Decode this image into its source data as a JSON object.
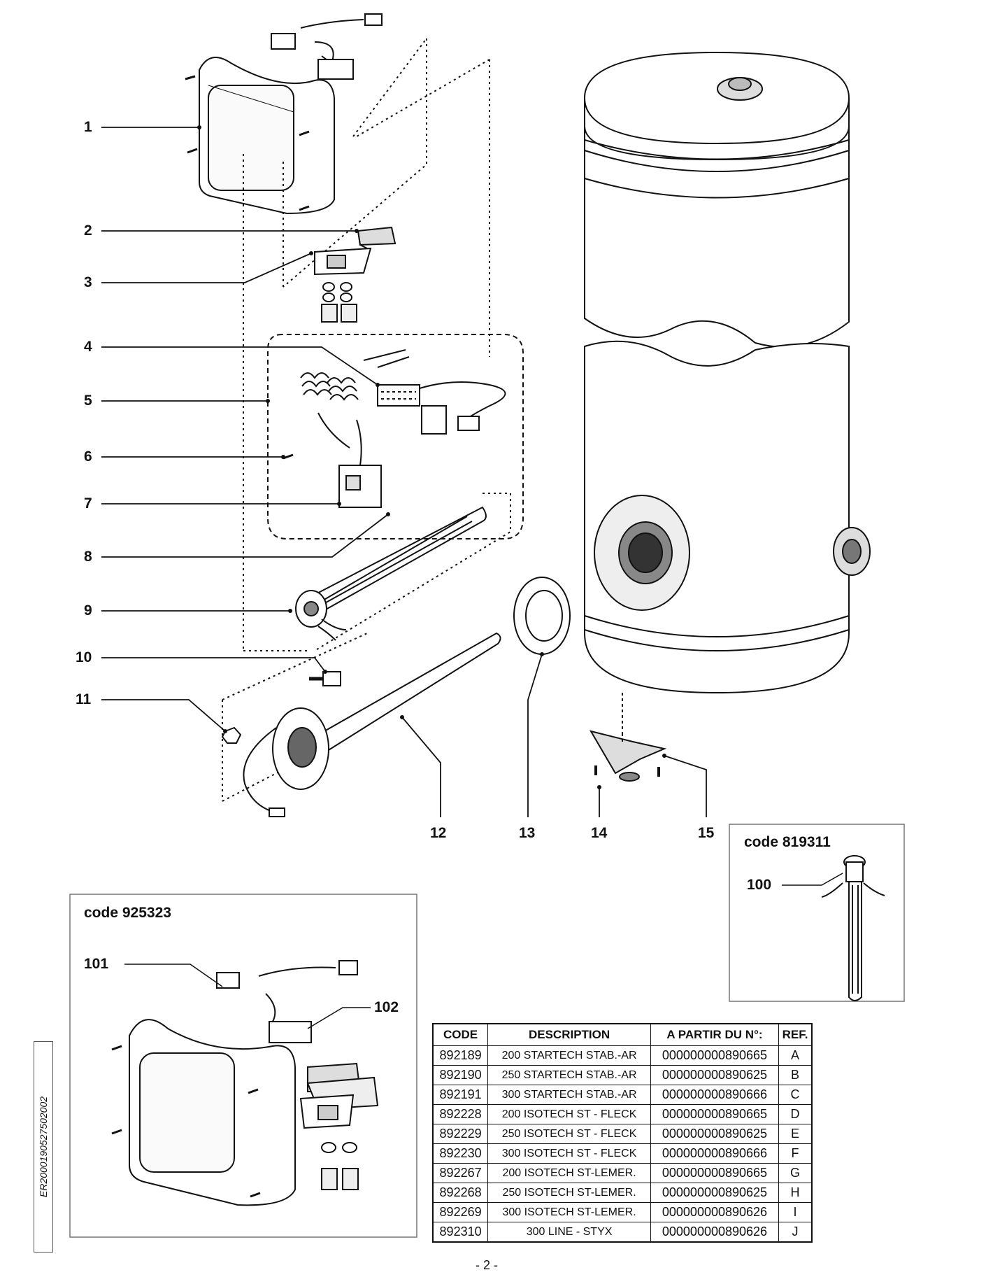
{
  "callouts": {
    "c1": "1",
    "c2": "2",
    "c3": "3",
    "c4": "4",
    "c5": "5",
    "c6": "6",
    "c7": "7",
    "c8": "8",
    "c9": "9",
    "c10": "10",
    "c11": "11",
    "c12": "12",
    "c13": "13",
    "c14": "14",
    "c15": "15",
    "c100": "100",
    "c101": "101",
    "c102": "102"
  },
  "box_right": {
    "code": "code 819311"
  },
  "box_left": {
    "code": "code 925323"
  },
  "table": {
    "headers": [
      "CODE",
      "DESCRIPTION",
      "A PARTIR DU N°:",
      "REF."
    ],
    "rows": [
      [
        "892189",
        "200 STARTECH STAB.-AR",
        "000000000890665",
        "A"
      ],
      [
        "892190",
        "250 STARTECH STAB.-AR",
        "000000000890625",
        "B"
      ],
      [
        "892191",
        "300 STARTECH STAB.-AR",
        "000000000890666",
        "C"
      ],
      [
        "892228",
        "200 ISOTECH ST - FLECK",
        "000000000890665",
        "D"
      ],
      [
        "892229",
        "250 ISOTECH ST - FLECK",
        "000000000890625",
        "E"
      ],
      [
        "892230",
        "300 ISOTECH ST - FLECK",
        "000000000890666",
        "F"
      ],
      [
        "892267",
        "200 ISOTECH ST-LEMER.",
        "000000000890665",
        "G"
      ],
      [
        "892268",
        "250 ISOTECH ST-LEMER.",
        "000000000890625",
        "H"
      ],
      [
        "892269",
        "300 ISOTECH ST-LEMER.",
        "000000000890626",
        "I"
      ],
      [
        "892310",
        "300 LINE - STYX",
        "000000000890626",
        "J"
      ]
    ]
  },
  "doc_id": "ER2000190527502002",
  "page_number": "- 2 -"
}
